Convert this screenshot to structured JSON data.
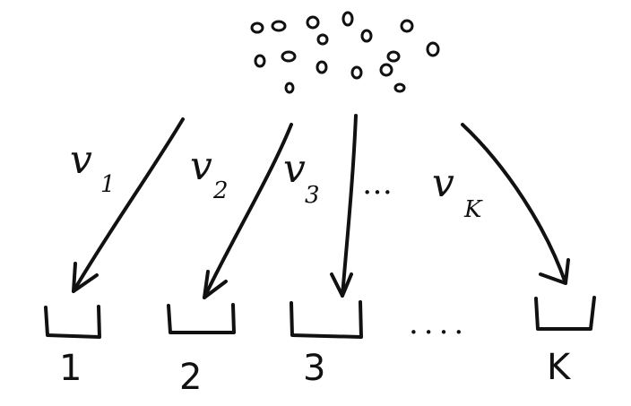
{
  "diagram": {
    "arrows": [
      {
        "symbol": "v",
        "subscript": "1"
      },
      {
        "symbol": "v",
        "subscript": "2"
      },
      {
        "symbol": "v",
        "subscript": "3"
      },
      {
        "symbol": "v",
        "subscript": "K"
      }
    ],
    "arrow_gap_dots": "…",
    "bins": [
      {
        "label": "1"
      },
      {
        "label": "2"
      },
      {
        "label": "3"
      },
      {
        "label": "K"
      }
    ],
    "bin_gap_dots": "...."
  }
}
